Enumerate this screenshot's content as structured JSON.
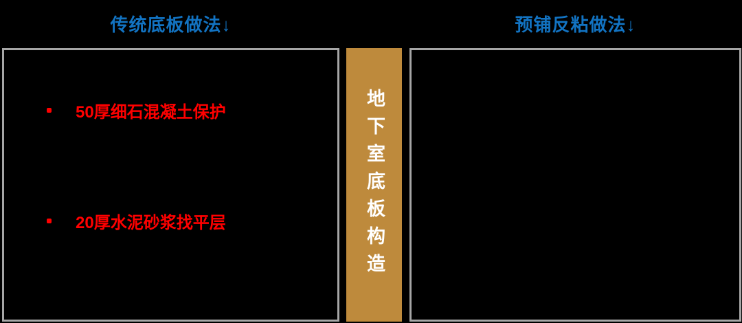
{
  "slide": {
    "background_color": "#000000",
    "title_color": "#1273C2",
    "panel_border_color": "#A6A6A6",
    "annotation_color": "#FF0000"
  },
  "left_column": {
    "title": "传统底板做法↓",
    "panel": {
      "description": "black construction-photo area",
      "annotations": [
        {
          "label": "50厚细石混凝土保护"
        },
        {
          "label": "20厚水泥砂浆找平层"
        }
      ]
    }
  },
  "right_column": {
    "title": "预铺反粘做法↓",
    "panel": {
      "description": "black construction-photo area",
      "annotations": []
    }
  },
  "divider": {
    "label": "地下室底板构造",
    "background_color": "#BE8A3C",
    "text_color": "#FFFFFF"
  }
}
